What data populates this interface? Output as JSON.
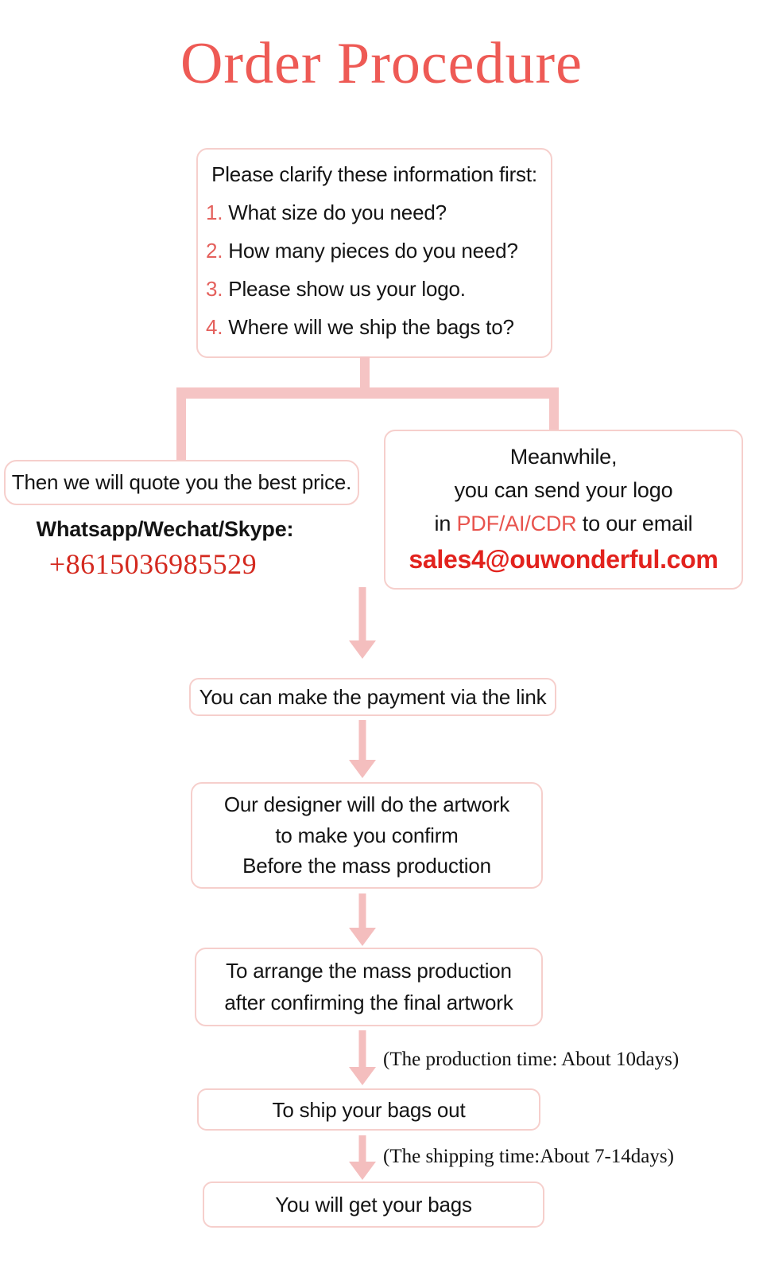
{
  "title": "Order Procedure",
  "colors": {
    "title_red": "#ee5a55",
    "accent_red": "#e4605c",
    "phone_red": "#d42a20",
    "email_red": "#e2231e",
    "connector_pink": "#f5c4c4",
    "border_pink": "#f6cfcc"
  },
  "clarify_box": {
    "heading": "Please clarify these information first:",
    "items": [
      {
        "num": "1.",
        "text": "What size do you need?"
      },
      {
        "num": "2.",
        "text": "How many pieces do you need?"
      },
      {
        "num": "3.",
        "text": "Please show us your logo."
      },
      {
        "num": "4.",
        "text": "Where will we ship the bags to?"
      }
    ]
  },
  "quote_box": {
    "text": "Then we will quote you the best price."
  },
  "contact": {
    "label": "Whatsapp/Wechat/Skype:",
    "phone": "+8615036985529"
  },
  "logo_box": {
    "line1": "Meanwhile,",
    "line2": "you can send your logo",
    "line3_prefix": "in ",
    "line3_formats": "PDF/AI/CDR",
    "line3_suffix": " to our email",
    "email": "sales4@ouwonderful.com"
  },
  "payment_box": {
    "text": "You can make the payment via the link"
  },
  "designer_box": {
    "line1": "Our designer will do the artwork",
    "line2": "to make you confirm",
    "line3": "Before the mass production"
  },
  "production_box": {
    "line1": "To arrange the mass production",
    "line2": "after confirming the final artwork"
  },
  "production_note": "(The production time: About 10days)",
  "ship_box": {
    "text": "To ship your bags out"
  },
  "shipping_note": "(The shipping time:About 7-14days)",
  "final_box": {
    "text": "You will get your bags"
  }
}
